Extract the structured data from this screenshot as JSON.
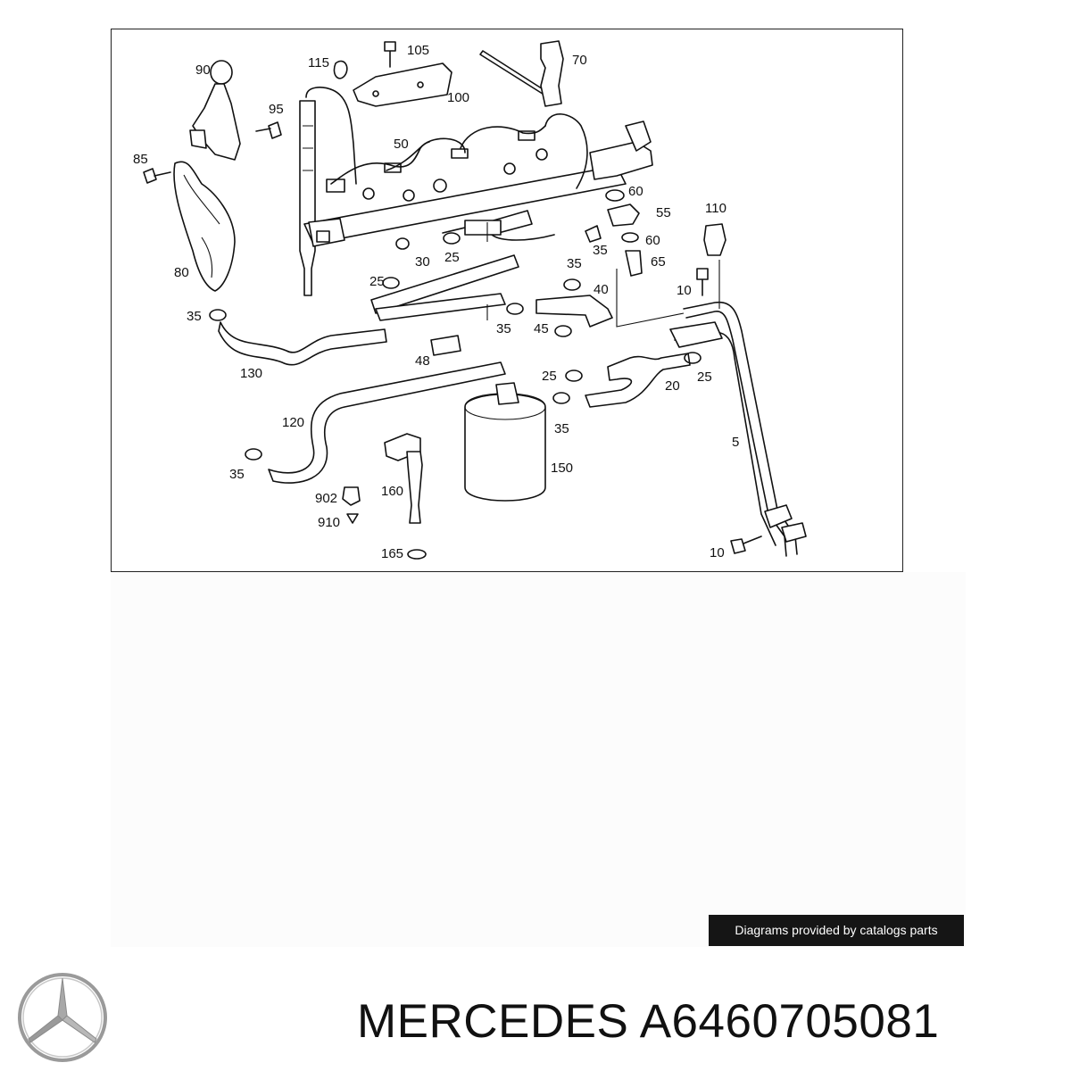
{
  "diagram": {
    "callouts": [
      "90",
      "115",
      "105",
      "70",
      "95",
      "100",
      "50",
      "85",
      "60",
      "55",
      "110",
      "80",
      "30",
      "25",
      "35",
      "60",
      "65",
      "25",
      "35",
      "40",
      "10",
      "35",
      "35",
      "45",
      "130",
      "48",
      "25",
      "20",
      "25",
      "120",
      "35",
      "35",
      "150",
      "902",
      "160",
      "910",
      "165",
      "5",
      "10"
    ]
  },
  "credit": {
    "text": "Diagrams provided by catalogs parts"
  },
  "brand": {
    "logo_icon": "mercedes-star-icon",
    "name": "MERCEDES",
    "part_number": "A6460705081"
  },
  "colors": {
    "badge_bg": "#151515",
    "badge_text": "#ffffff",
    "logo_gray": "#9a9a9a"
  }
}
